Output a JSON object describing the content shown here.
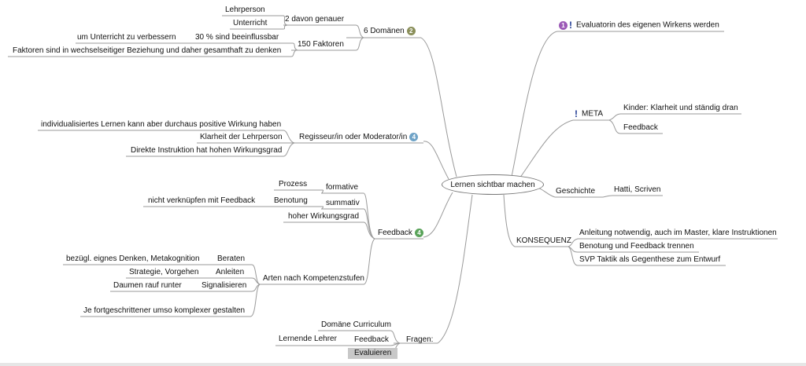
{
  "root": "Lernen sichtbar machen",
  "colors": {
    "line": "#9a9a9a",
    "badge_olive": "#8a8f5a",
    "badge_blue": "#6fa3c7",
    "badge_green": "#5aa35a",
    "badge_purple": "#9b59b6",
    "selected": "#c8c8c8"
  },
  "left": {
    "domaenen": {
      "label": "6 Domänen",
      "badge": "2",
      "children": [
        {
          "label": "2 davon genauer",
          "children": [
            "Lehrperson",
            "Unterricht"
          ]
        },
        {
          "label": "30 % sind beeinflussbar",
          "children": [
            "um Unterricht zu verbessern"
          ]
        },
        {
          "label": "150 Faktoren",
          "children": [
            "Faktoren sind in wechselseitiger Beziehung und daher gesamthaft zu denken"
          ]
        }
      ]
    },
    "regisseur": {
      "label": "Regisseur/in oder Moderator/in",
      "badge": "4",
      "children": [
        "individualisiertes Lernen kann aber durchaus positive Wirkung haben",
        "Klarheit der Lehrperson",
        "Direkte Instruktion hat hohen Wirkungsgrad"
      ]
    },
    "feedback": {
      "label": "Feedback",
      "badge": "4",
      "formative": {
        "label": "formative",
        "children": [
          "Prozess"
        ]
      },
      "summativ": {
        "label": "summativ",
        "children": [
          "Benotung",
          "nicht verknüpfen mit Feedback"
        ]
      },
      "hoher": "hoher Wirkungsgrad",
      "stufen": {
        "label": "Arten nach Kompetenzstufen",
        "beraten": {
          "label": "Beraten",
          "child": "bezügl. eignes Denken, Metakognition"
        },
        "anleiten": {
          "label": "Anleiten",
          "child": "Strategie, Vorgehen"
        },
        "signalisieren": {
          "label": "Signalisieren",
          "child": "Daumen rauf runter"
        },
        "fort": "Je fortgeschrittener umso komplexer gestalten"
      }
    },
    "fragen": {
      "label": "Fragen:",
      "children": [
        "Domäne Curriculum",
        "Feedback",
        "Evaluieren"
      ],
      "feedback_child": "Lernende Lehrer"
    }
  },
  "right": {
    "evaluatorin": {
      "label": "Evaluatorin des eigenen Wirkens werden",
      "badge": "1",
      "mark": "!"
    },
    "meta": {
      "label": "META",
      "mark": "!",
      "children": [
        "Kinder: Klarheit und ständig dran",
        "Feedback"
      ]
    },
    "geschichte": {
      "label": "Geschichte",
      "children": [
        "Hatti, Scriven"
      ]
    },
    "konsequenz": {
      "label": "KONSEQUENZ",
      "children": [
        "Anleitung notwendig, auch im Master, klare Instruktionen",
        "Benotung und Feedback trennen",
        "SVP Taktik als Gegenthese zum Entwurf"
      ]
    }
  }
}
